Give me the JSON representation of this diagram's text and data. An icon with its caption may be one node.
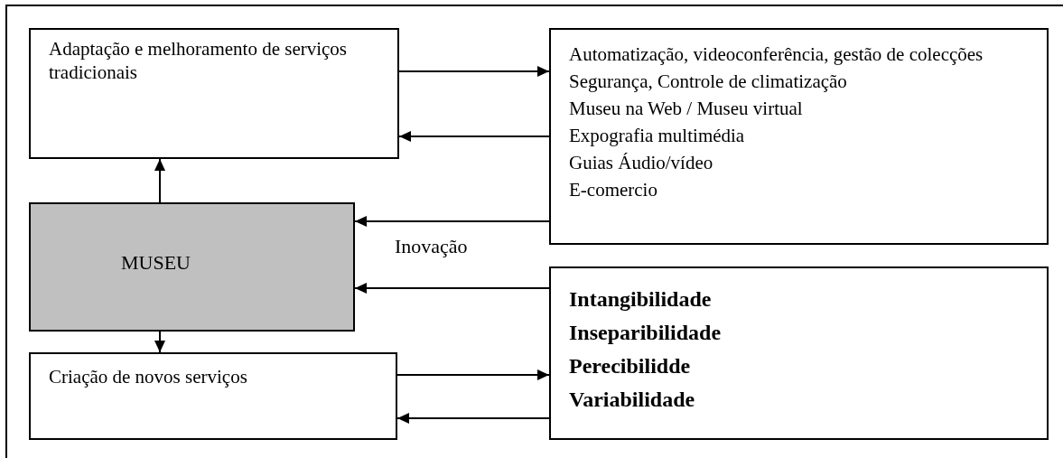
{
  "diagram": {
    "nodes": [
      {
        "text": [
          "Adaptação e melhoramento de serviços tradicionais"
        ]
      },
      {
        "text": [
          "Automatização, videoconferência, gestão de colecções",
          "Segurança, Controle de climatização",
          "Museu na Web / Museu virtual",
          "Expografia multimédia",
          "Guias Áudio/vídeo",
          "E-comercio"
        ]
      },
      {
        "text": [
          "MUSEU"
        ]
      },
      {
        "text": [
          "Intangibilidade",
          "Inseparibilidade",
          "Perecibilidde",
          "Variabilidade"
        ]
      },
      {
        "text": [
          "Criação de novos serviços"
        ]
      }
    ],
    "edges": [
      {
        "from": 0,
        "to": 1,
        "arrow": "to"
      },
      {
        "from": 1,
        "to": 0,
        "arrow": "to"
      },
      {
        "from": 2,
        "to": 0,
        "arrow": "to"
      },
      {
        "from": 1,
        "to": 2,
        "arrow": "to",
        "label": "Inovação"
      },
      {
        "from": 3,
        "to": 2,
        "arrow": "to"
      },
      {
        "from": 2,
        "to": 4,
        "arrow": "to"
      },
      {
        "from": 4,
        "to": 3,
        "arrow": "to"
      },
      {
        "from": 3,
        "to": 4,
        "arrow": "to"
      }
    ]
  }
}
